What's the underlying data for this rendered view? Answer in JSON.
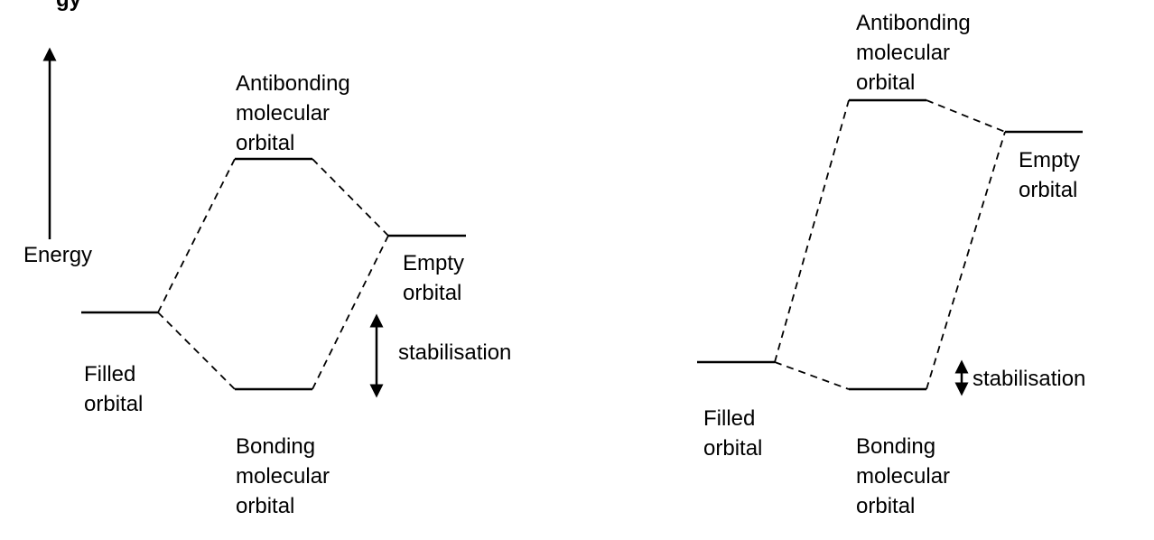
{
  "colors": {
    "ink": "#000000",
    "background": "#ffffff"
  },
  "top_label_fragment": "gy",
  "energy_axis": {
    "label": "Energy"
  },
  "panel_left": {
    "antibonding_label": [
      "Antibonding",
      "molecular",
      "orbital"
    ],
    "empty_label": [
      "Empty",
      "orbital"
    ],
    "filled_label": [
      "Filled",
      "orbital"
    ],
    "bonding_label": [
      "Bonding",
      "molecular",
      "orbital"
    ],
    "stabilisation_label": "stabilisation"
  },
  "panel_right": {
    "antibonding_label": [
      "Antibonding",
      "molecular",
      "orbital"
    ],
    "empty_label": [
      "Empty",
      "orbital"
    ],
    "filled_label": [
      "Filled",
      "orbital"
    ],
    "bonding_label": [
      "Bonding",
      "molecular",
      "orbital"
    ],
    "stabilisation_label": "stabilisation"
  }
}
